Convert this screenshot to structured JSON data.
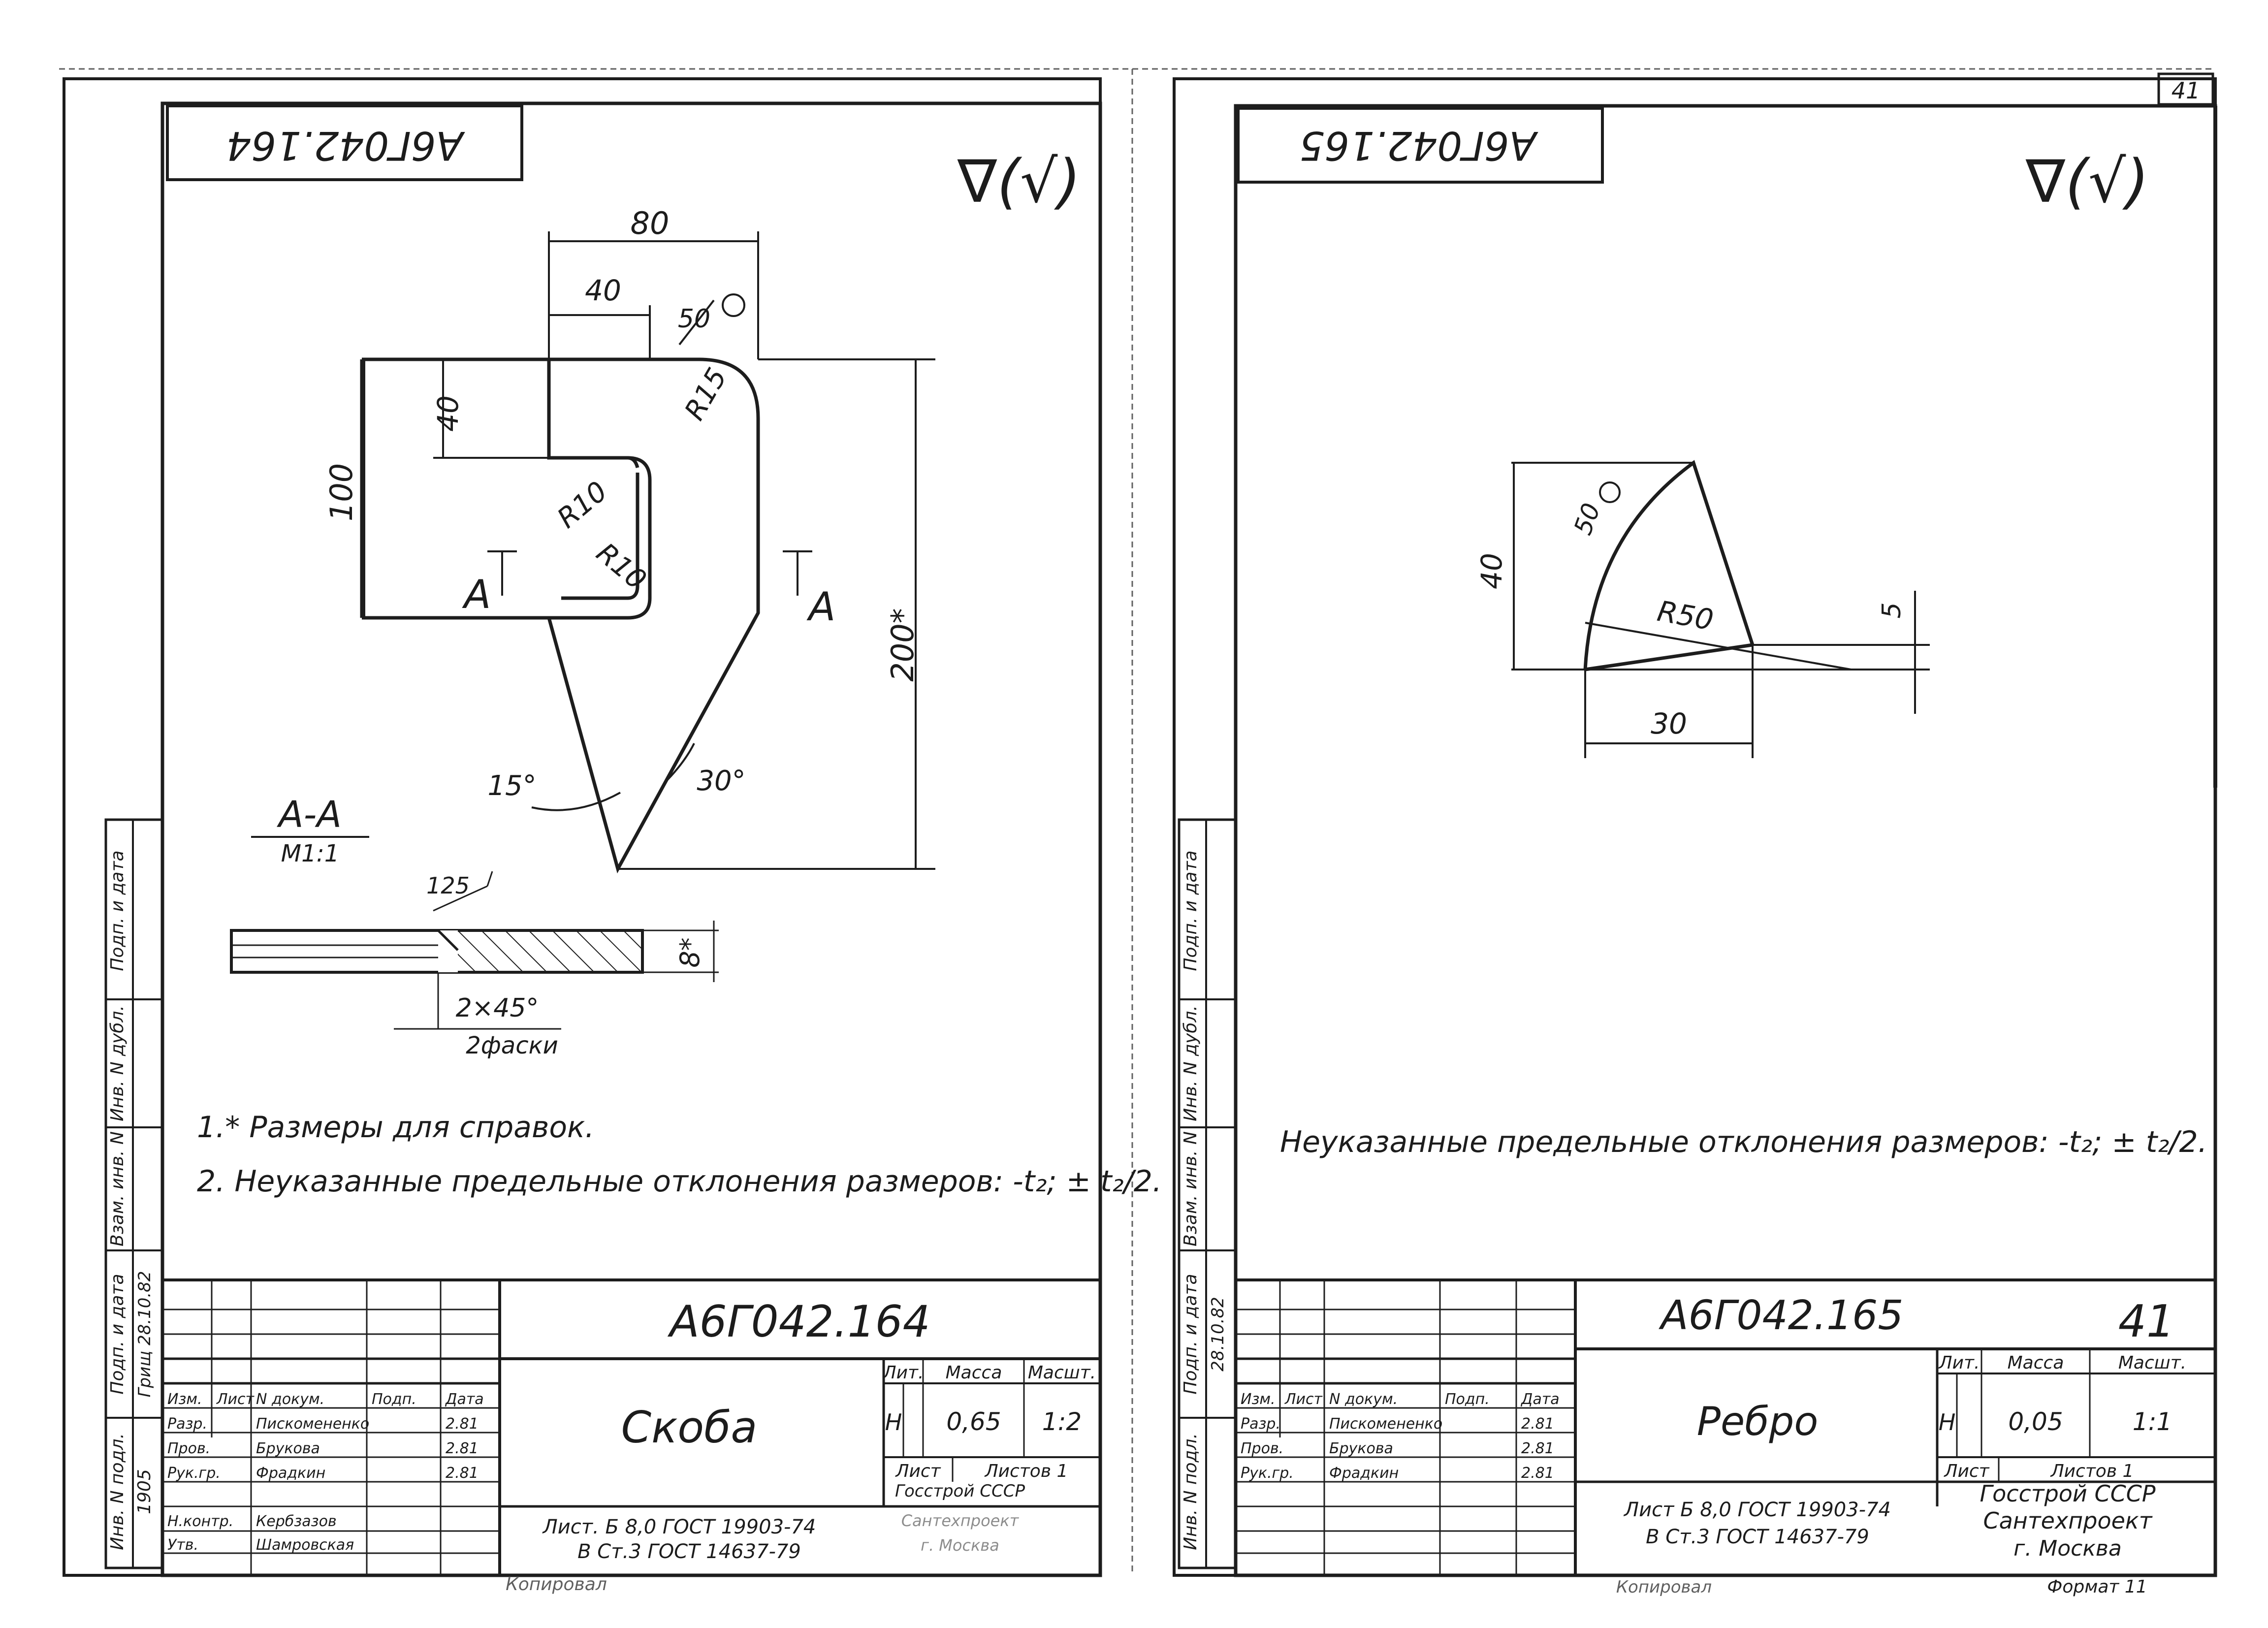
{
  "sheet_page_number": "41",
  "left_sheet": {
    "stamp_code_rotated": "А6Г042.164",
    "roughness_symbol": "∇(√)",
    "dimensions": {
      "d80": "80",
      "d40_top": "40",
      "d50_circle": "50",
      "r15": "R15",
      "d40_vert": "40",
      "d100": "100",
      "r10_a": "R10",
      "r10_b": "R10",
      "d200": "200*",
      "ang15": "15°",
      "ang30": "30°",
      "section_a_left": "А",
      "section_a_right": "А",
      "d125": "125",
      "d8": "8*",
      "chamfer": "2×45°",
      "chamfer_note": "2фаски"
    },
    "section_label": "А-А",
    "section_scale": "М1:1",
    "notes": [
      "1.* Размеры для справок.",
      "2. Неуказанные предельные отклонения размеров: -t₂; ± t₂/2."
    ],
    "title_block": {
      "doc_code": "А6Г042.164",
      "part_name": "Скоба",
      "lit_header": "Лит.",
      "mass_header": "Масса",
      "scale_header": "Масшт.",
      "lit": "Н",
      "mass": "0,65",
      "scale": "1:2",
      "sheet_label": "Лист",
      "sheets_label": "Листов 1",
      "material_1": "Лист. Б 8,0 ГОСТ 19903-74",
      "material_2": "В Ст.3 ГОСТ 14637-79",
      "org_1": "Госстрой СССР",
      "org_2": "Сантехпроект",
      "org_3": "г. Москва",
      "copied": "Копировал",
      "rows": [
        {
          "role": "Изм.",
          "name": "Лист",
          "doc": "N докум.",
          "sign": "Подп.",
          "date": "Дата"
        },
        {
          "role": "Разр.",
          "name": "Пискомененко",
          "doc": "",
          "sign": "",
          "date": "2.81"
        },
        {
          "role": "Пров.",
          "name": "Брукова",
          "doc": "",
          "sign": "",
          "date": "2.81"
        },
        {
          "role": "Рук.гр.",
          "name": "Фрадкин",
          "doc": "",
          "sign": "",
          "date": "2.81"
        },
        {
          "role": "",
          "name": "",
          "doc": "",
          "sign": "",
          "date": ""
        },
        {
          "role": "Н.контр.",
          "name": "Кербзазов",
          "doc": "",
          "sign": "",
          "date": ""
        },
        {
          "role": "Утв.",
          "name": "Шамровская",
          "doc": "",
          "sign": "",
          "date": ""
        }
      ],
      "side_labels": [
        "Инв. N подл.",
        "Подп. и дата",
        "Взам. инв. N",
        "Инв. N дубл.",
        "Подп. и дата"
      ],
      "side_values": [
        "1905",
        "Грищ 28.10.82"
      ]
    }
  },
  "right_sheet": {
    "stamp_code_rotated": "А6Г042.165",
    "roughness_symbol": "∇(√)",
    "dimensions": {
      "d40": "40",
      "d50_circle": "50",
      "r50": "R50",
      "d5": "5",
      "d30": "30"
    },
    "notes": [
      "Неуказанные предельные отклонения размеров: -t₂; ± t₂/2."
    ],
    "title_block": {
      "doc_code": "А6Г042.165",
      "page_number": "41",
      "part_name": "Ребро",
      "lit_header": "Лит.",
      "mass_header": "Масса",
      "scale_header": "Масшт.",
      "lit": "Н",
      "mass": "0,05",
      "scale": "1:1",
      "sheet_label": "Лист",
      "sheets_label": "Листов 1",
      "material_1": "Лист Б 8,0 ГОСТ 19903-74",
      "material_2": "В Ст.3 ГОСТ 14637-79",
      "org_1": "Госстрой СССР",
      "org_2": "Сантехпроект",
      "org_3": "г. Москва",
      "format": "Формат 11",
      "copied": "Копировал",
      "rows": [
        {
          "role": "Изм.",
          "name": "Лист",
          "doc": "N докум.",
          "sign": "Подп.",
          "date": "Дата"
        },
        {
          "role": "Разр.",
          "name": "Пискомененко",
          "doc": "",
          "sign": "",
          "date": "2.81"
        },
        {
          "role": "Пров.",
          "name": "Брукова",
          "doc": "",
          "sign": "",
          "date": "2.81"
        },
        {
          "role": "Рук.гр.",
          "name": "Фрадкин",
          "doc": "",
          "sign": "",
          "date": "2.81"
        }
      ],
      "side_labels": [
        "Инв. N подл.",
        "Подп. и дата",
        "Взам. инв. N",
        "Инв. N дубл.",
        "Подп. и дата"
      ],
      "side_values": [
        "28.10.82"
      ]
    }
  }
}
